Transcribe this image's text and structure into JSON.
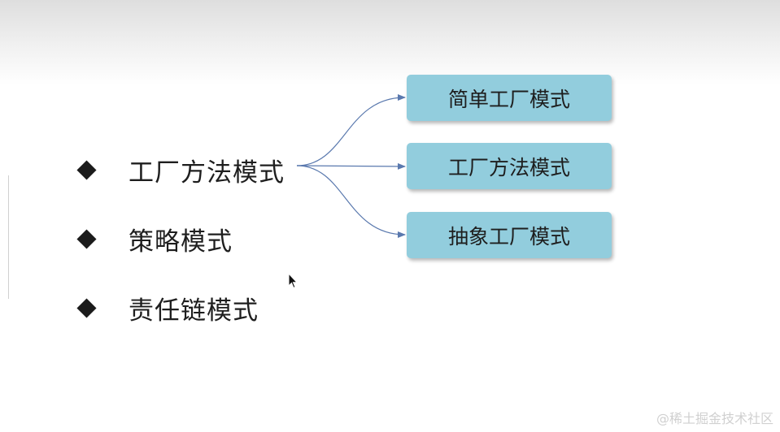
{
  "bullets": [
    {
      "label": "工厂方法模式"
    },
    {
      "label": "策略模式"
    },
    {
      "label": "责任链模式"
    }
  ],
  "sub_patterns": [
    {
      "label": "简单工厂模式"
    },
    {
      "label": "工厂方法模式"
    },
    {
      "label": "抽象工厂模式"
    }
  ],
  "watermark": "@稀土掘金技术社区",
  "colors": {
    "box_fill": "#92cddd",
    "arrow": "#5a79ae",
    "bullet": "#1b1b1b"
  }
}
